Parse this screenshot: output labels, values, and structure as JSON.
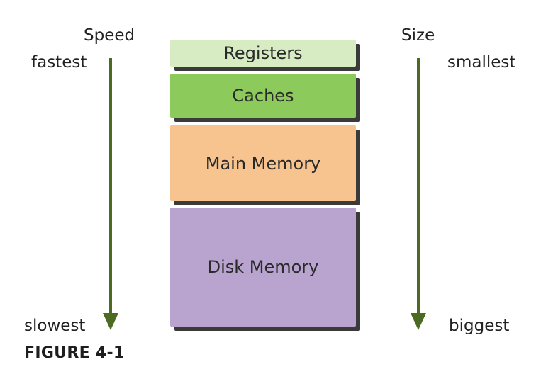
{
  "left_axis": {
    "title": "Speed",
    "top_label": "fastest",
    "bottom_label": "slowest"
  },
  "right_axis": {
    "title": "Size",
    "top_label": "smallest",
    "bottom_label": "biggest"
  },
  "hierarchy": [
    {
      "label": "Registers",
      "color": "#d8ecc4"
    },
    {
      "label": "Caches",
      "color": "#8dca5c"
    },
    {
      "label": "Main Memory",
      "color": "#f7c38f"
    },
    {
      "label": "Disk Memory",
      "color": "#b9a4cf"
    }
  ],
  "caption": "FIGURE 4-1",
  "colors": {
    "arrow": "#4b6b22",
    "shadow": "#3a3a3a"
  }
}
